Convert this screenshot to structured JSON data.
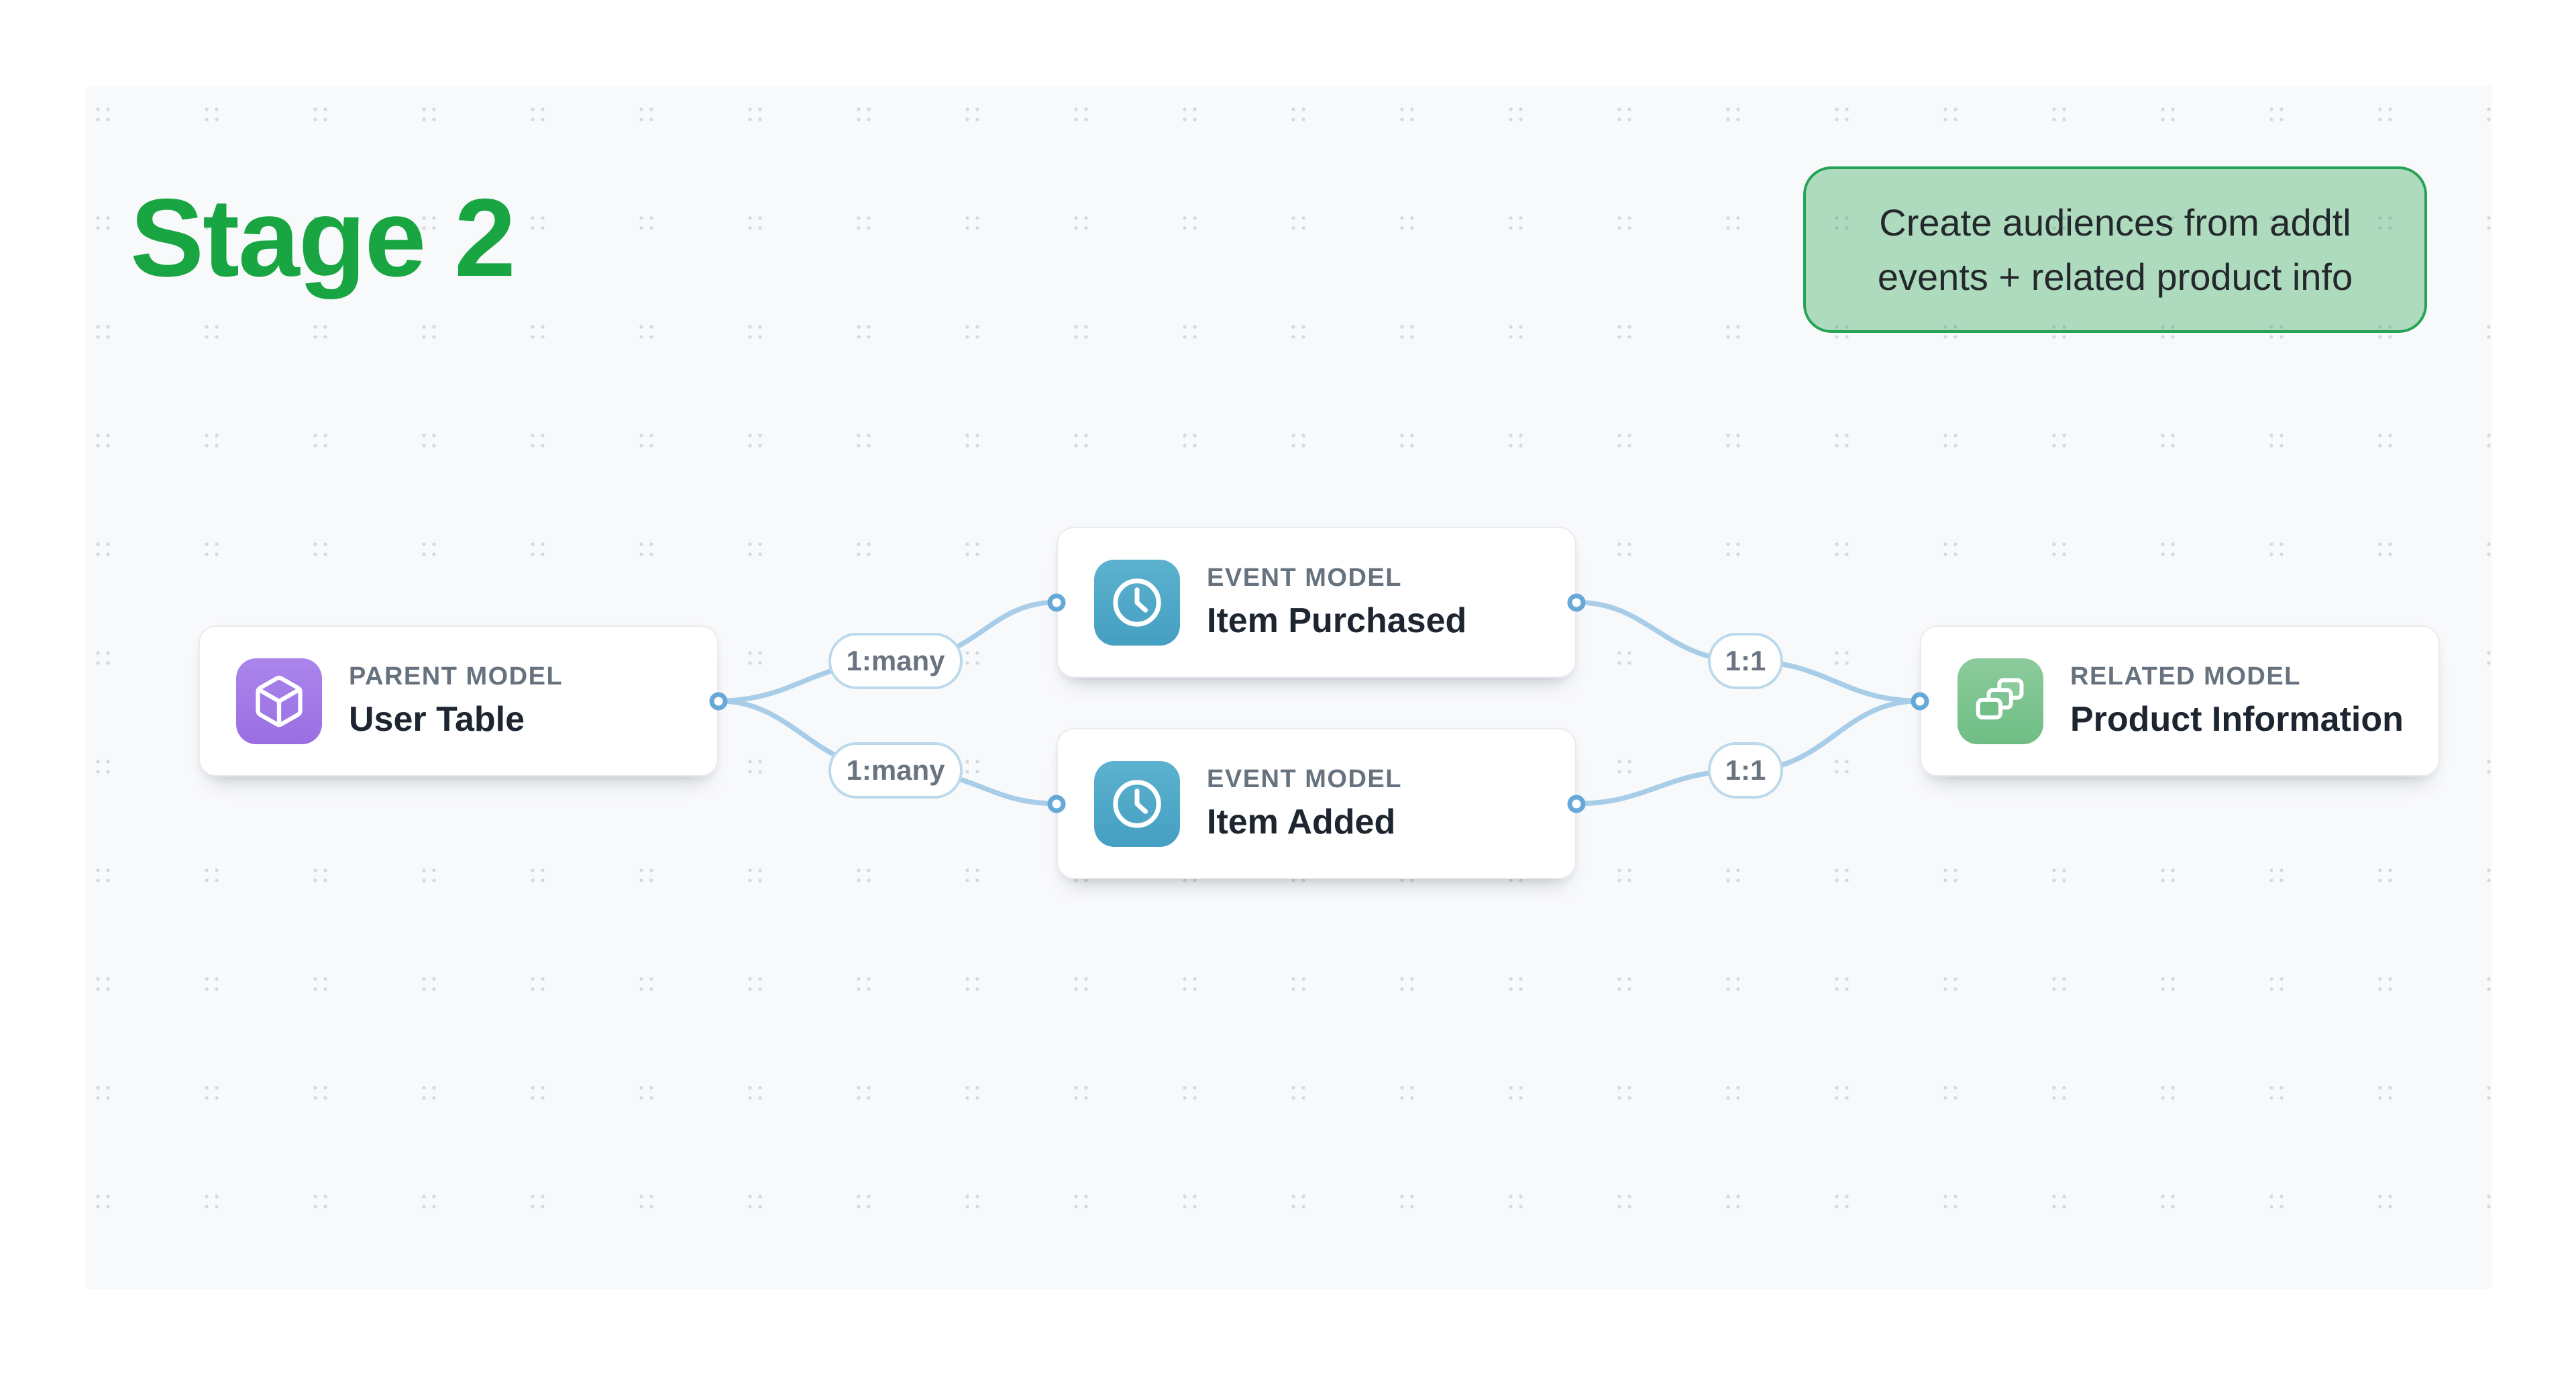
{
  "stage": {
    "title": "Stage 2"
  },
  "callout": {
    "line1": "Create audiences from addtl",
    "line2": "events + related product info"
  },
  "nodes": [
    {
      "type_label": "PARENT MODEL",
      "name": "User Table",
      "icon": "cube-icon",
      "icon_color": "#9f76e6"
    },
    {
      "type_label": "EVENT MODEL",
      "name": "Item Purchased",
      "icon": "clock-icon",
      "icon_color": "#50a9c8"
    },
    {
      "type_label": "EVENT MODEL",
      "name": "Item Added",
      "icon": "clock-icon",
      "icon_color": "#50a9c8"
    },
    {
      "type_label": "RELATED MODEL",
      "name": "Product Information",
      "icon": "layers-icon",
      "icon_color": "#7dc591"
    }
  ],
  "edges": [
    {
      "label": "1:many",
      "from": "User Table",
      "to": "Item Purchased"
    },
    {
      "label": "1:many",
      "from": "User Table",
      "to": "Item Added"
    },
    {
      "label": "1:1",
      "from": "Item Purchased",
      "to": "Product Information"
    },
    {
      "label": "1:1",
      "from": "Item Added",
      "to": "Product Information"
    }
  ],
  "colors": {
    "title_green": "#18a542",
    "callout_border": "#27a355",
    "callout_fill": "#a7d8b4",
    "callout_text": "#24282c",
    "canvas_bg": "#f8f9fb",
    "dot_gray": "#d5d8dd",
    "edge_blue": "#a8cde8",
    "handle_blue": "#66a9d8",
    "pill_border": "#bcd9ec",
    "pill_text": "#6a7480",
    "node_type_gray": "#67727f",
    "node_name_dark": "#1d2530",
    "card_bg": "#ffffff"
  }
}
